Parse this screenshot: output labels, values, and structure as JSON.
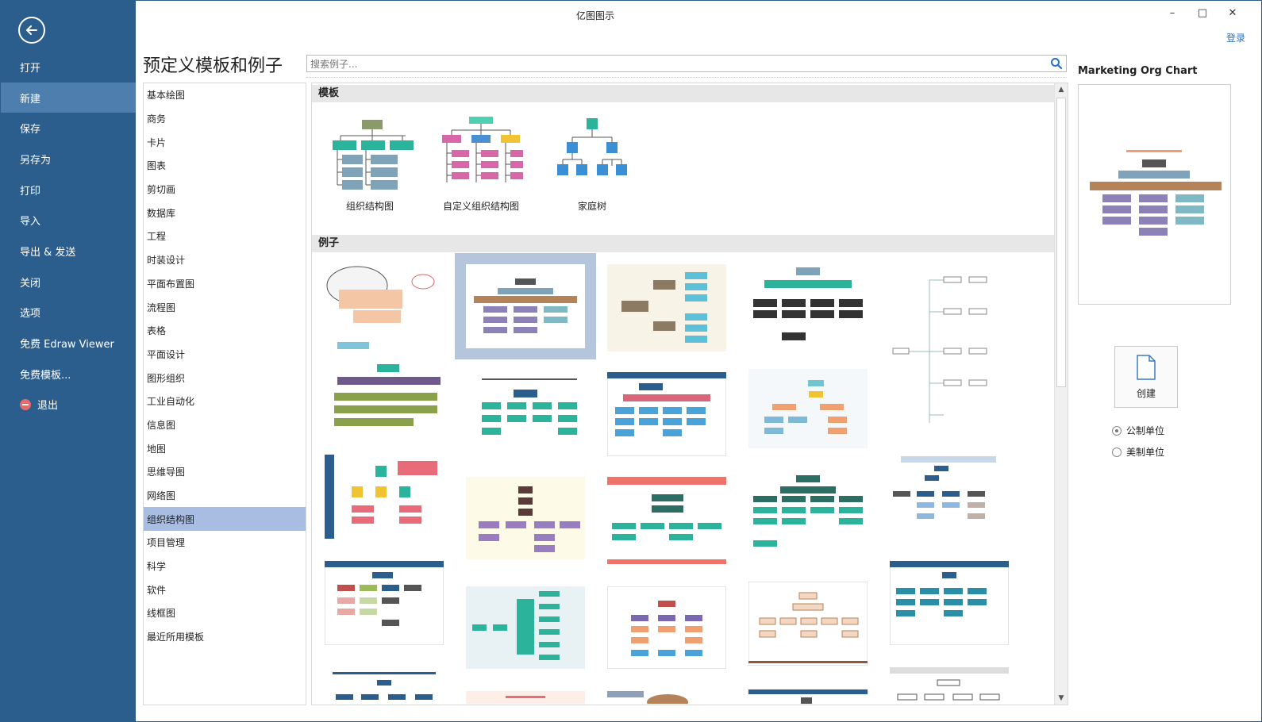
{
  "window": {
    "title": "亿图图示",
    "login": "登录",
    "minimize": "–",
    "maximize": "□",
    "close": "✕"
  },
  "nav": {
    "items": [
      "打开",
      "新建",
      "保存",
      "另存为",
      "打印",
      "导入",
      "导出 & 发送",
      "关闭",
      "选项",
      "免费 Edraw Viewer",
      "免费模板...",
      "退出"
    ],
    "active": "新建"
  },
  "header": {
    "title": "预定义模板和例子",
    "search_placeholder": "搜索例子..."
  },
  "categories": {
    "items": [
      "基本绘图",
      "商务",
      "卡片",
      "图表",
      "剪切画",
      "数据库",
      "工程",
      "时装设计",
      "平面布置图",
      "流程图",
      "表格",
      "平面设计",
      "图形组织",
      "工业自动化",
      "信息图",
      "地图",
      "思维导图",
      "网络图",
      "组织结构图",
      "项目管理",
      "科学",
      "软件",
      "线框图",
      "最近所用模板"
    ],
    "active": "组织结构图"
  },
  "content": {
    "templates_header": "模板",
    "examples_header": "例子",
    "templates": [
      "组织结构图",
      "自定义组织结构图",
      "家庭树"
    ]
  },
  "right_panel": {
    "preview_title": "Marketing Org Chart",
    "create_label": "创建",
    "units": [
      {
        "label": "公制单位",
        "selected": true
      },
      {
        "label": "美制单位",
        "selected": false
      }
    ]
  },
  "colors": {
    "nav_bg": "#2c5e8d",
    "nav_active": "#4d7eae",
    "category_active": "#a9bde3",
    "link": "#2a6fc4"
  }
}
